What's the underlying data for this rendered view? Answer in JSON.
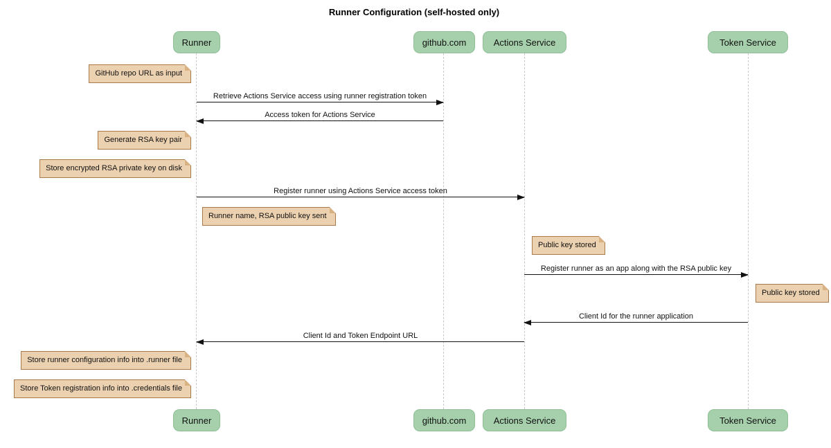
{
  "title": "Runner Configuration (self-hosted only)",
  "participants": [
    {
      "label": "Runner"
    },
    {
      "label": "github.com"
    },
    {
      "label": "Actions Service"
    },
    {
      "label": "Token Service"
    }
  ],
  "messages": [
    {
      "text": "Retrieve Actions Service access using runner registration token",
      "from": "Runner",
      "to": "github.com",
      "direction": "right"
    },
    {
      "text": "Access token for Actions Service",
      "from": "github.com",
      "to": "Runner",
      "direction": "left"
    },
    {
      "text": "Register runner using Actions Service access token",
      "from": "Runner",
      "to": "Actions Service",
      "direction": "right"
    },
    {
      "text": "Register runner as an app along with the RSA public key",
      "from": "Actions Service",
      "to": "Token Service",
      "direction": "right"
    },
    {
      "text": "Client Id for the runner application",
      "from": "Token Service",
      "to": "Actions Service",
      "direction": "left"
    },
    {
      "text": "Client Id and Token Endpoint URL",
      "from": "Actions Service",
      "to": "Runner",
      "direction": "left"
    }
  ],
  "notes": [
    {
      "text": "GitHub repo URL as input",
      "position": "left of Runner"
    },
    {
      "text": "Generate RSA key pair",
      "position": "left of Runner"
    },
    {
      "text": "Store encrypted RSA private key on disk",
      "position": "left of Runner"
    },
    {
      "text": "Runner name, RSA public key sent",
      "position": "right of Runner"
    },
    {
      "text": "Public key stored",
      "position": "right of Actions Service"
    },
    {
      "text": "Public key stored",
      "position": "right of Token Service"
    },
    {
      "text": "Store runner configuration info into .runner file",
      "position": "left of Runner"
    },
    {
      "text": "Store Token registration info into .credentials file",
      "position": "left of Runner"
    }
  ],
  "colors": {
    "actor_fill": "#a5d0ab",
    "actor_border": "#8dbf95",
    "note_fill": "#ecd1b0",
    "note_border": "#a87a4a",
    "message_line": "#111111",
    "lifeline": "#c8c8c8",
    "background": "#ffffff",
    "title_color": "#000000"
  }
}
